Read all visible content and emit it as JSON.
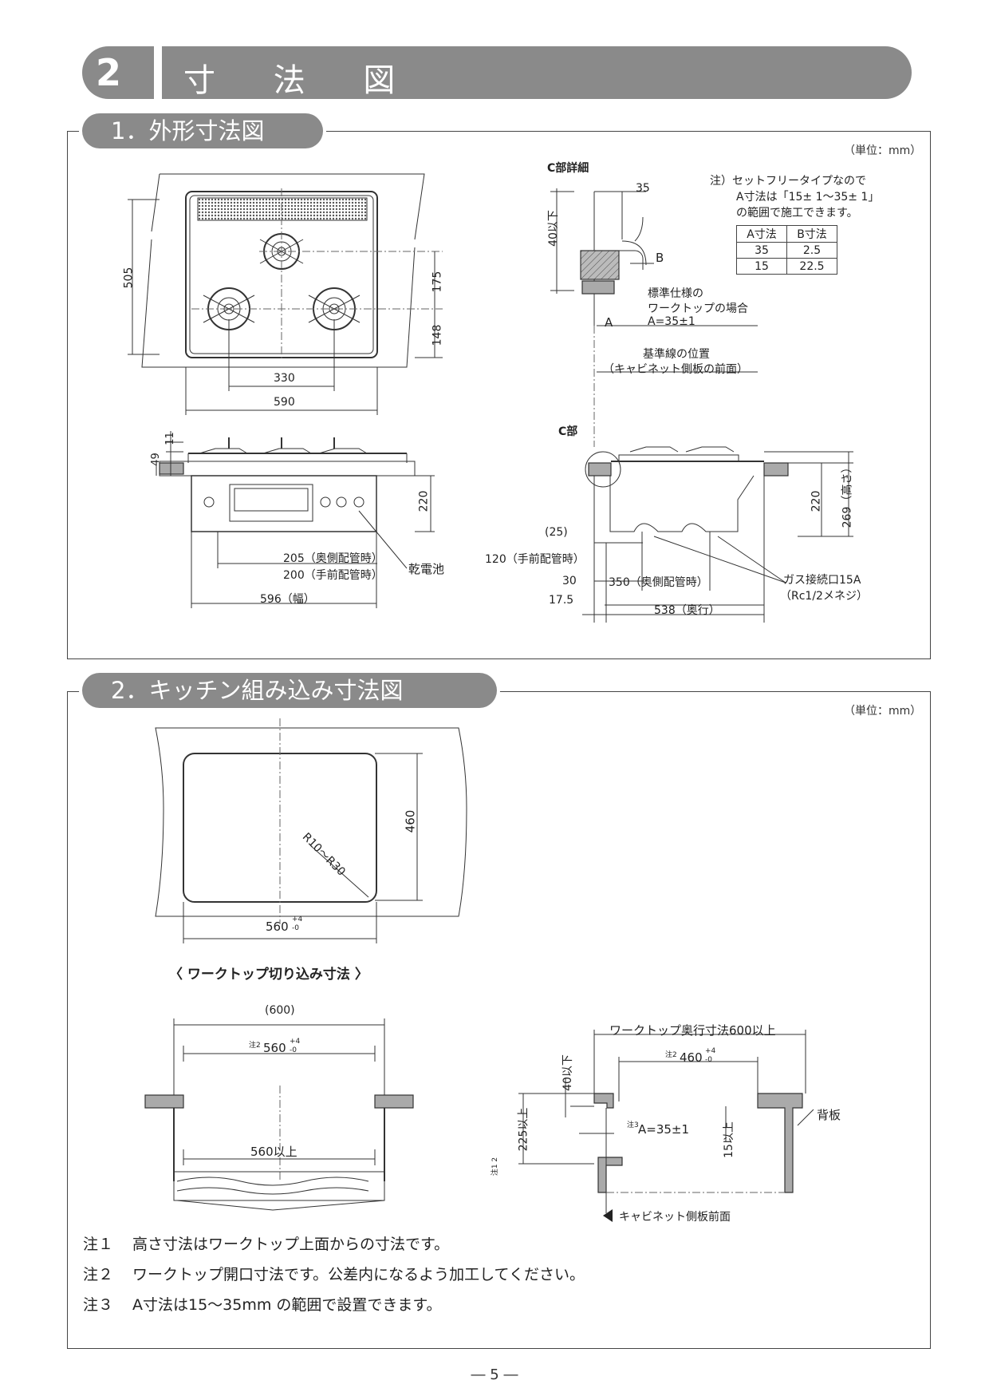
{
  "header": {
    "number": "2",
    "title": "寸 法 図"
  },
  "section1": {
    "title": "1．外形寸法図",
    "unit": "（単位：mm）",
    "dims_top": {
      "d505": "505",
      "d175": "175",
      "d148": "148",
      "d330": "330",
      "d590": "590"
    },
    "dims_front": {
      "d11": "11",
      "d49": "49",
      "d220": "220",
      "d205": "205（奥側配管時）",
      "d200": "200（手前配管時）",
      "d596": "596（幅）",
      "battery": "乾電池"
    },
    "detail": {
      "title": "C部詳細",
      "d35": "35",
      "d40": "40以下",
      "b": "B",
      "a": "A",
      "std1": "標準仕様の",
      "std2": "ワークトップの場合",
      "std3": "A=35±1",
      "base1": "基準線の位置",
      "base2": "（キャビネット側板の前面）"
    },
    "note": {
      "l1": "注）セットフリータイプなので",
      "l2": "A寸法は「15± 1～35± 1」",
      "l3": "の範囲で施工できます。"
    },
    "table": {
      "headers": [
        "A寸法",
        "B寸法"
      ],
      "rows": [
        [
          "35",
          "2.5"
        ],
        [
          "15",
          "22.5"
        ]
      ]
    },
    "dims_side": {
      "c": "C部",
      "d25": "(25)",
      "d120": "120（手前配管時）",
      "d30": "30",
      "d175": "17.5",
      "d350": "350（奥側配管時）",
      "d538": "538（奥行）",
      "d220": "220",
      "d269": "269（高さ）",
      "gas1": "ガス接続口15A",
      "gas2": "（Rc1/2メネジ）"
    }
  },
  "section2": {
    "title": "2．キッチン組み込み寸法図",
    "unit": "（単位：mm）",
    "cutout": {
      "d460": "460",
      "r": "R10～R30",
      "d560": "560",
      "tol_plus": "+4",
      "tol_minus": "-0",
      "caption": "〈 ワークトップ切り込み寸法 〉"
    },
    "front": {
      "d600": "(600)",
      "d560n": "560",
      "d560min": "560以上",
      "note_mark": "注2"
    },
    "side": {
      "depth": "ワークトップ奥行寸法600以上",
      "d460": "460",
      "d40": "40以下",
      "d225": "225以上",
      "note_mark12": "注1 2",
      "a": "A=35±1",
      "note_mark3": "注3",
      "d15": "15以上",
      "back": "背板",
      "cabinet": "キャビネット側板前面"
    }
  },
  "notes": [
    {
      "mark": "注１",
      "text": "高さ寸法はワークトップ上面からの寸法です。"
    },
    {
      "mark": "注２",
      "text": "ワークトップ開口寸法です。公差内になるよう加工してください。"
    },
    {
      "mark": "注３",
      "text": "A寸法は15～35mm の範囲で設置できます。"
    }
  ],
  "page_number": "― 5 ―"
}
